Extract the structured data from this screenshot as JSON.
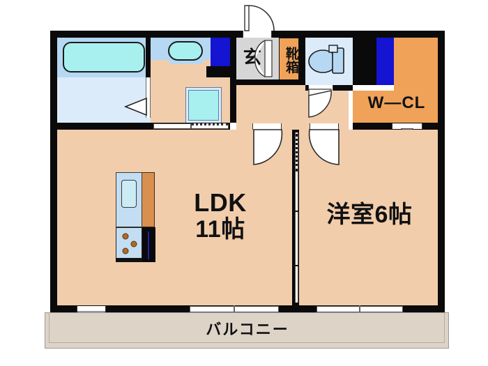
{
  "plan": {
    "type": "apartment-floor-plan",
    "layout_name": "1LDK",
    "rooms": [
      {
        "id": "ldk",
        "label_line1": "LDK",
        "label_line2": "11帖",
        "name": "living-dining-kitchen"
      },
      {
        "id": "washitsu",
        "label_line1": "洋室6帖",
        "label_line2": "",
        "name": "western-room"
      },
      {
        "id": "wcl",
        "label_line1": "W—CL",
        "label_line2": "",
        "name": "walk-in-closet"
      },
      {
        "id": "genkan",
        "label_line1": "玄",
        "label_line2": "",
        "name": "entrance"
      },
      {
        "id": "shoebox",
        "label_line1": "靴箱",
        "label_line2": "",
        "name": "shoe-cabinet"
      },
      {
        "id": "balcony",
        "label_line1": "バルコニー",
        "label_line2": "",
        "name": "balcony"
      }
    ],
    "labels": {
      "ldk_name": "LDK",
      "ldk_size": "11帖",
      "bedroom": "洋室6帖",
      "closet": "W—CL",
      "entrance": "玄",
      "shoe_cabinet": "靴箱",
      "balcony": "バルコニー"
    },
    "fixtures": [
      {
        "name": "bathtub",
        "room": "bathroom"
      },
      {
        "name": "washbasin",
        "room": "washroom"
      },
      {
        "name": "washing-machine",
        "room": "washroom"
      },
      {
        "name": "toilet",
        "room": "toilet"
      },
      {
        "name": "kitchen-sink",
        "room": "ldk"
      },
      {
        "name": "gas-stove",
        "room": "ldk"
      },
      {
        "name": "kitchen-counter",
        "room": "ldk"
      }
    ],
    "colors": {
      "wall": "#0a0a0a",
      "floor": "#f2cdab",
      "closet": "#f0a259",
      "bath_water": "#a8f0f0",
      "bath_floor": "#dcebfa",
      "window": "#1414d2",
      "balcony": "#ded3c7",
      "entrance": "#d6d6d6",
      "text": "#111111"
    }
  }
}
